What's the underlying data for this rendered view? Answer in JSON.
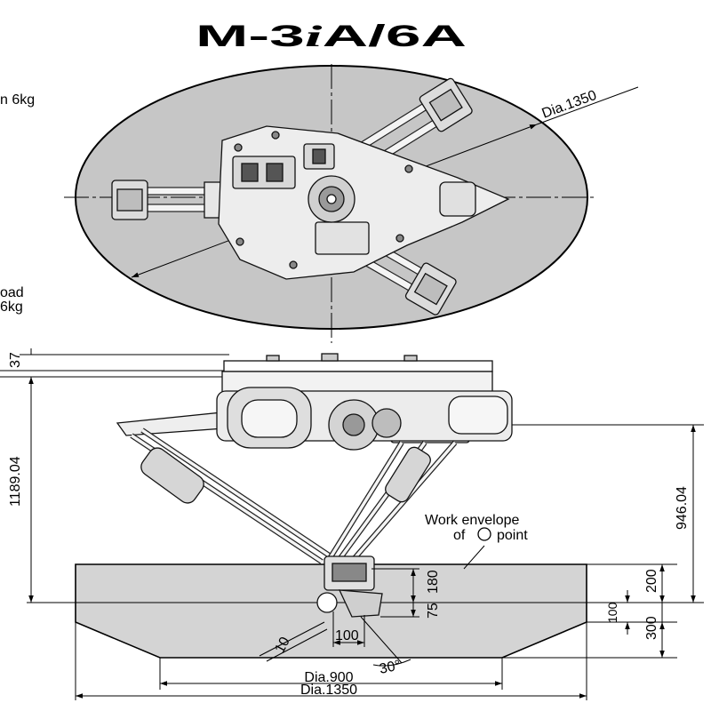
{
  "title": {
    "prefix": "M-3",
    "italic": "i",
    "suffix": "A/6A"
  },
  "cut_labels": {
    "top": "n 6kg",
    "mid_1": "oad",
    "mid_2": "6kg"
  },
  "top_view": {
    "diameter": "Dia.1350"
  },
  "side_view": {
    "dim_37": "37",
    "dim_1189": "1189.04",
    "dim_946": "946.04",
    "dim_180": "180",
    "dim_75": "75",
    "dim_200": "200",
    "dim_100_right": "100",
    "dim_300": "300",
    "dim_100_bottom": "100",
    "dim_10": "10",
    "dim_30deg": "30°",
    "dia_900": "Dia.900",
    "dia_1350": "Dia.1350"
  },
  "work_envelope": {
    "line1": "Work envelope",
    "of": "of",
    "point": "point"
  }
}
